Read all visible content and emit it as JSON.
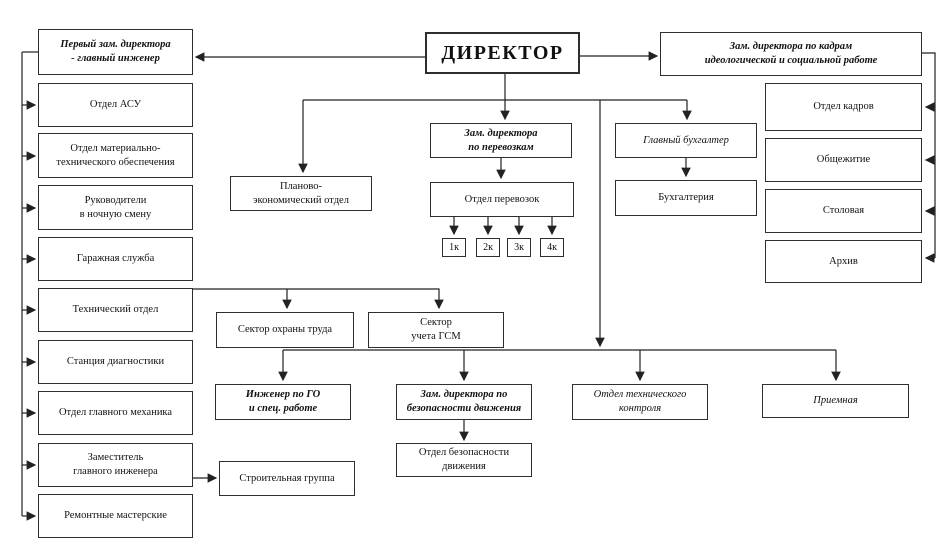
{
  "meta": {
    "diagram_type": "organizational-chart",
    "language": "ru",
    "line_color": "#222222",
    "border_color": "#2e2e2e",
    "background_color": "#ffffff"
  },
  "nodes": {
    "director": {
      "label": "ДИРЕКТОР"
    },
    "first_deputy": {
      "label": "Первый зам. директора\n- главный инженер"
    },
    "asu": {
      "label": "Отдел АСУ"
    },
    "mto": {
      "label": "Отдел материально-\nтехнического обеспечения"
    },
    "night_shift": {
      "label": "Руководители\nв ночную смену"
    },
    "garage": {
      "label": "Гаражная служба"
    },
    "tech_dept": {
      "label": "Технический отдел"
    },
    "diagnostics": {
      "label": "Станция диагностики"
    },
    "chief_mechanic": {
      "label": "Отдел главного механика"
    },
    "deputy_chief_engineer": {
      "label": "Заместитель\nглавного инженера"
    },
    "repair_shops": {
      "label": "Ремонтные мастерские"
    },
    "deputy_transport": {
      "label": "Зам. директора\nпо перевозкам"
    },
    "chief_accountant": {
      "label": "Главный бухгалтер"
    },
    "planning": {
      "label": "Планово-\nэкономический отдел"
    },
    "transport_dept": {
      "label": "Отдел перевозок"
    },
    "accounting": {
      "label": "Бухгалтерия"
    },
    "k1": {
      "label": "1к"
    },
    "k2": {
      "label": "2к"
    },
    "k3": {
      "label": "3к"
    },
    "k4": {
      "label": "4к"
    },
    "labor_safety": {
      "label": "Сектор охраны труда"
    },
    "fuel_sector": {
      "label": "Сектор\nучета ГСМ"
    },
    "go_engineer": {
      "label": "Инженер по ГО\nи спец. работе"
    },
    "deputy_safety": {
      "label": "Зам. директора по\nбезопасности движения"
    },
    "tech_control": {
      "label": "Отдел технического\nконтроля"
    },
    "reception": {
      "label": "Приемная"
    },
    "traffic_safety_dept": {
      "label": "Отдел безопасности\nдвижения"
    },
    "construction_group": {
      "label": "Строительная группа"
    },
    "deputy_hr": {
      "label": "Зам. директора по кадрам\nидеологической и социальной работе"
    },
    "hr_dept": {
      "label": "Отдел кадров"
    },
    "dormitory": {
      "label": "Общежитие"
    },
    "canteen": {
      "label": "Столовая"
    },
    "archive": {
      "label": "Архив"
    }
  }
}
